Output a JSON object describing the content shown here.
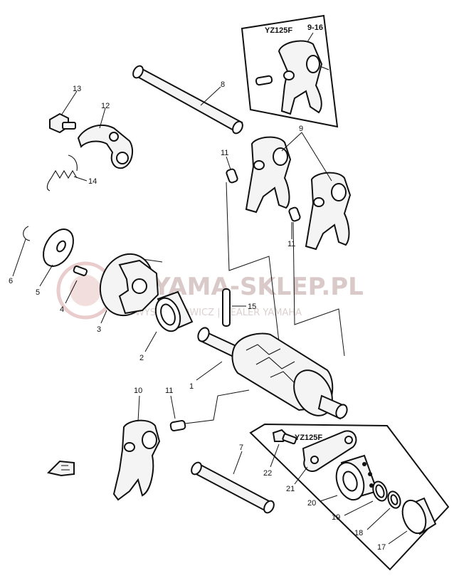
{
  "inset_top": {
    "model": "YZ125F",
    "ref": "9-16"
  },
  "inset_bottom": {
    "model": "YZ125F"
  },
  "watermark": {
    "brand": "YAMA-SKLEP.PL",
    "tagline": "WYSOJ CHOWICZ | DEALER YAMAHA"
  },
  "callouts": {
    "p1": "1",
    "p2": "2",
    "p3": "3",
    "p4": "4",
    "p5": "5",
    "p6": "6",
    "p7": "7",
    "p8": "8",
    "p9": "9",
    "p10": "10",
    "p11a": "11",
    "p11b": "11",
    "p11c": "11",
    "p12": "12",
    "p13": "13",
    "p14": "14",
    "p15": "15",
    "p17": "17",
    "p18": "18",
    "p19": "19",
    "p20": "20",
    "p21": "21",
    "p22": "22"
  }
}
